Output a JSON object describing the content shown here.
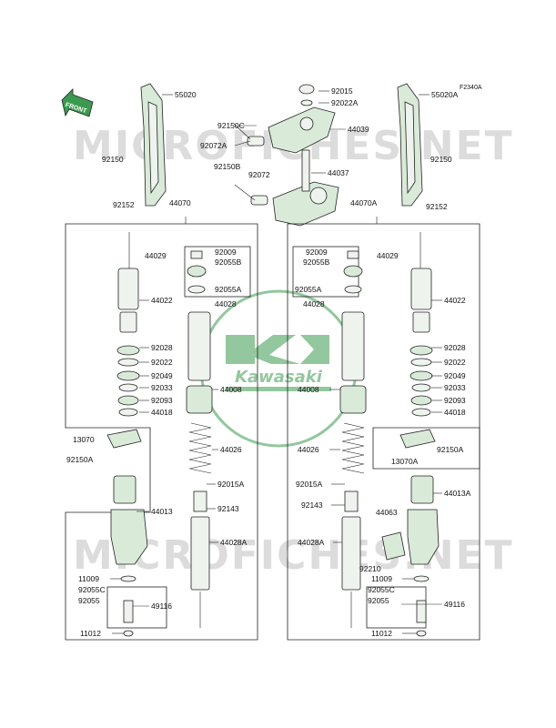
{
  "ref_code": "F2340A",
  "front_label": "FRONT",
  "watermark_text": "MICROFICHES.NET",
  "logo_text": "Kawasaki",
  "colors": {
    "accent": "#3c9a50",
    "line": "#222222"
  },
  "labels": {
    "p55020": "55020",
    "p55020A": "55020A",
    "p92150C": "92150C",
    "p92015_top": "92015",
    "p92022A": "92022A",
    "p44039": "44039",
    "p92072A": "92072A",
    "p92150_l": "92150",
    "p92150_r": "92150",
    "p92150B": "92150B",
    "p92072": "92072",
    "p44037": "44037",
    "p92152_l": "92152",
    "p92152_r": "92152",
    "p44070": "44070",
    "p44070A": "44070A",
    "L44029": "44029",
    "L92009": "92009",
    "L92055B": "92055B",
    "L92055A": "92055A",
    "L44022": "44022",
    "L44028": "44028",
    "L92028": "92028",
    "L92022": "92022",
    "L92049": "92049",
    "L92033": "92033",
    "L92093": "92093",
    "L44018": "44018",
    "L44008": "44008",
    "L13070": "13070",
    "L92150A": "92150A",
    "L44026": "44026",
    "L92015A": "92015A",
    "L92143": "92143",
    "L44013": "44013",
    "L44028A": "44028A",
    "L11009": "11009",
    "L92055C": "92055C",
    "L92055": "92055",
    "L49116": "49116",
    "L11012": "11012",
    "R92009": "92009",
    "R92055B": "92055B",
    "R44029": "44029",
    "R92055A": "92055A",
    "R44022": "44022",
    "R44028": "44028",
    "R92028": "92028",
    "R92022": "92022",
    "R92049": "92049",
    "R92033": "92033",
    "R92093": "92093",
    "R44018": "44018",
    "R44008": "44008",
    "R44026": "44026",
    "R92150A": "92150A",
    "R13070A": "13070A",
    "R92015A": "92015A",
    "R92143": "92143",
    "R44063": "44063",
    "R44013A": "44013A",
    "R44028A": "44028A",
    "R92210": "92210",
    "R11009": "11009",
    "R92055C": "92055C",
    "R92055": "92055",
    "R49116": "49116",
    "R11012": "11012"
  }
}
